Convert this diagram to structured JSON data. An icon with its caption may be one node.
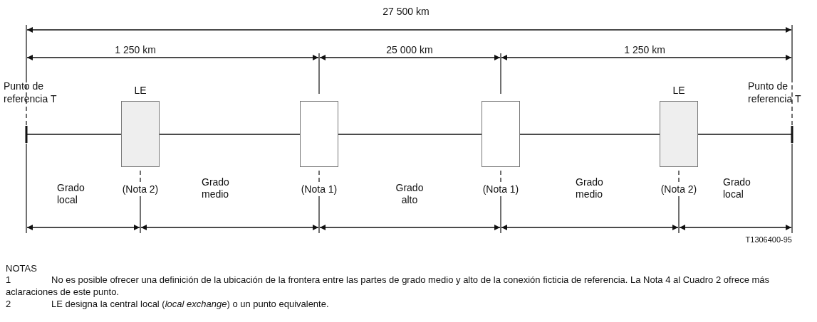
{
  "diagram": {
    "nodes": [
      {
        "text": [
          "Punto de referencia T"
        ]
      },
      {
        "text": [
          "LE"
        ],
        "beside": [
          "(Nota 2)"
        ]
      },
      {
        "text": [],
        "shape": "box",
        "beside": [
          "(Nota 1)"
        ]
      },
      {
        "text": [],
        "shape": "box",
        "beside": [
          "(Nota 1)"
        ]
      },
      {
        "text": [
          "LE"
        ],
        "beside": [
          "(Nota 2)"
        ]
      },
      {
        "text": [
          "Punto de referencia T"
        ]
      }
    ],
    "edges": [
      {
        "from": 0,
        "to": 1,
        "arrow": "none"
      },
      {
        "from": 1,
        "to": 2,
        "arrow": "none"
      },
      {
        "from": 2,
        "to": 3,
        "arrow": "none"
      },
      {
        "from": 3,
        "to": 4,
        "arrow": "none"
      },
      {
        "from": 4,
        "to": 5,
        "arrow": "none"
      }
    ],
    "labels": [
      "27 500 km",
      "1 250 km",
      "25 000 km",
      "1 250 km",
      "Grado local",
      "Grado medio",
      "Grado alto",
      "Grado medio",
      "Grado local",
      "T1306400-95",
      "NOTAS",
      "1",
      "No es posible ofrecer una definición de la ubicación de la frontera entre las partes de grado medio y alto de la conexión ficticia de referencia. La Nota 4 al Cuadro 2 ofrece más aclaraciones de este punto.",
      "2",
      "LE designa la central local (*local exchange*) o un punto equivalente."
    ]
  }
}
